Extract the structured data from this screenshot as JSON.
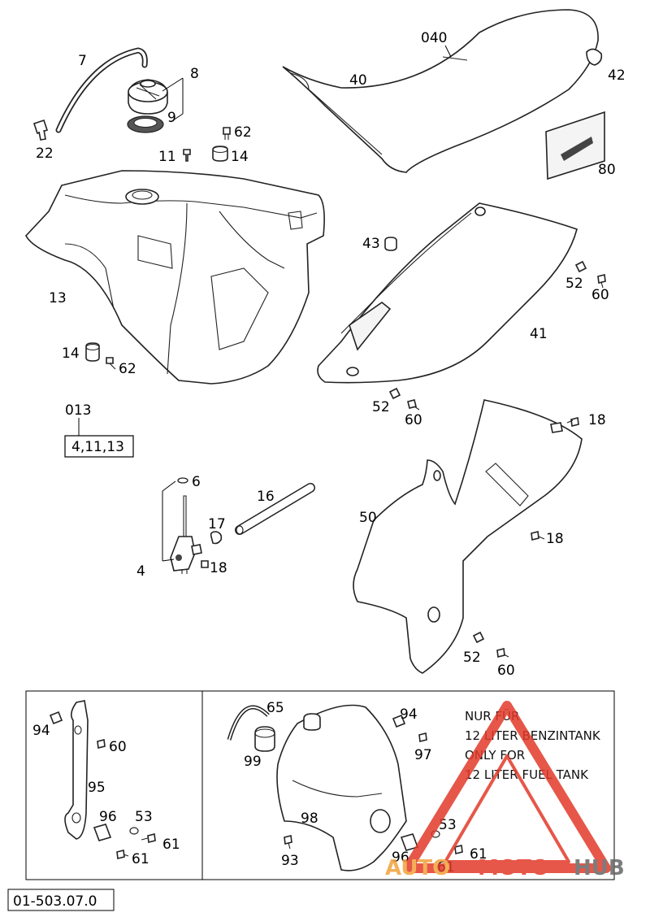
{
  "callouts": {
    "c7": "7",
    "c8": "8",
    "c9": "9",
    "c22": "22",
    "c11": "11",
    "c62a": "62",
    "c14a": "14",
    "c040": "040",
    "c40": "40",
    "c42": "42",
    "c80": "80",
    "c13": "13",
    "c43": "43",
    "c52a": "52",
    "c60a": "60",
    "c41": "41",
    "c14b": "14",
    "c62b": "62",
    "c52b": "52",
    "c60b": "60",
    "c013": "013",
    "kit": "4,11,13",
    "c6": "6",
    "c16": "16",
    "c17": "17",
    "c4": "4",
    "c18a": "18",
    "c18b": "18",
    "c50": "50",
    "c18c": "18",
    "c52c": "52",
    "c60c": "60",
    "c94a": "94",
    "c60d": "60",
    "c95": "95",
    "c96a": "96",
    "c53a": "53",
    "c61a": "61",
    "c61b": "61",
    "c65": "65",
    "c99": "99",
    "c94b": "94",
    "c97": "97",
    "c98": "98",
    "c93": "93",
    "c53b": "53",
    "c96b": "96",
    "c61c": "61",
    "c61d": "61"
  },
  "note": {
    "line1": "NUR FÜR",
    "line2": "12 LITER BENZINTANK",
    "line3": "ONLY FOR",
    "line4": "12 LITER FUEL TANK"
  },
  "watermark": {
    "auto": "AUTO",
    "moto": "MOTO",
    "hub": "HUB"
  },
  "drawing_number": "01-503.07.0",
  "colors": {
    "watermark_red": "#e23a2a",
    "watermark_orange": "#f2a23a",
    "watermark_grey": "#666666"
  }
}
